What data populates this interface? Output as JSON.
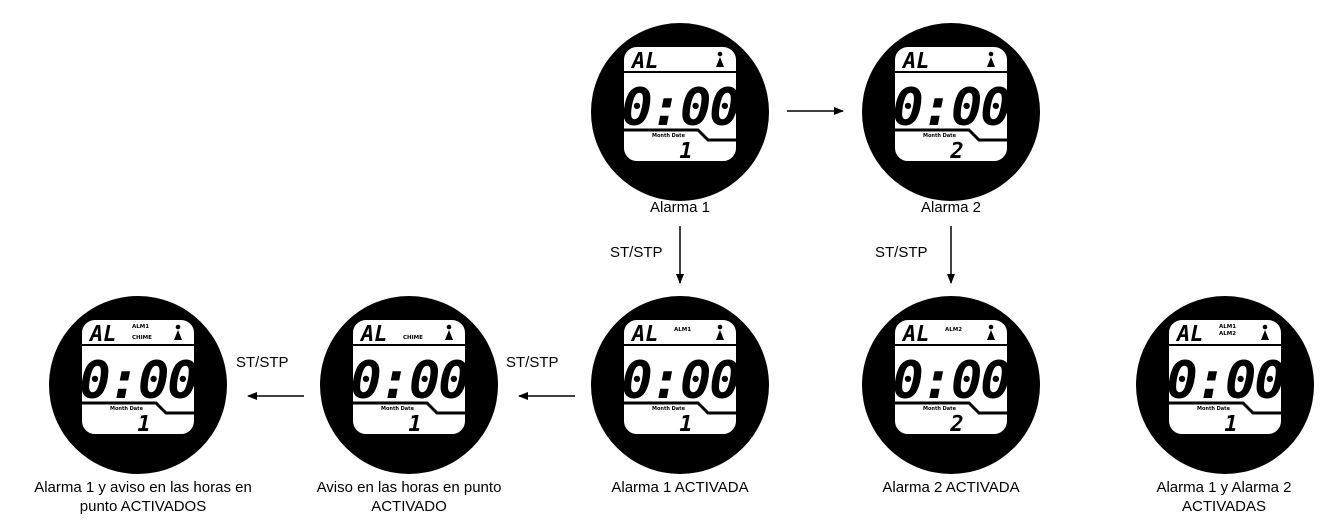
{
  "watches": [
    {
      "id": "alarm1",
      "mode": "AL",
      "time": "0:00",
      "date": "1",
      "month_date_label": "Month  Date",
      "indicator": "ALM1-off",
      "label": "Alarma 1"
    },
    {
      "id": "alarm2",
      "mode": "AL",
      "time": "0:00",
      "date": "2",
      "month_date_label": "Month  Date",
      "indicator": "ALM2-off",
      "label": "Alarma 2"
    },
    {
      "id": "alarm1-on",
      "mode": "AL",
      "time": "0:00",
      "date": "1",
      "month_date_label": "Month  Date",
      "flags": [
        "ALM1"
      ],
      "label": "Alarma 1 ACTIVADA"
    },
    {
      "id": "chime-on",
      "mode": "AL",
      "time": "0:00",
      "date": "1",
      "month_date_label": "Month  Date",
      "flags": [
        "CHIME"
      ],
      "label": "Aviso en las horas en punto\nACTIVADO"
    },
    {
      "id": "alarm1-chime-on",
      "mode": "AL",
      "time": "0:00",
      "date": "1",
      "month_date_label": "Month  Date",
      "flags": [
        "ALM1",
        "CHIME"
      ],
      "label": "Alarma 1 y aviso en las horas en\npunto ACTIVADOS"
    },
    {
      "id": "alarm2-on",
      "mode": "AL",
      "time": "0:00",
      "date": "2",
      "month_date_label": "Month  Date",
      "flags": [
        "ALM2"
      ],
      "label": "Alarma 2 ACTIVADA"
    },
    {
      "id": "alarm1-alarm2-on",
      "mode": "AL",
      "time": "0:00",
      "date": "1",
      "month_date_label": "Month  Date",
      "flags": [
        "ALM1",
        "ALM2"
      ],
      "label": "Alarma 1 y Alarma 2\nACTIVADAS"
    }
  ],
  "buttons": {
    "st_stp": "ST/STP"
  },
  "icons": {
    "bell": "person-bell-icon",
    "arrow": "arrow-icon"
  }
}
